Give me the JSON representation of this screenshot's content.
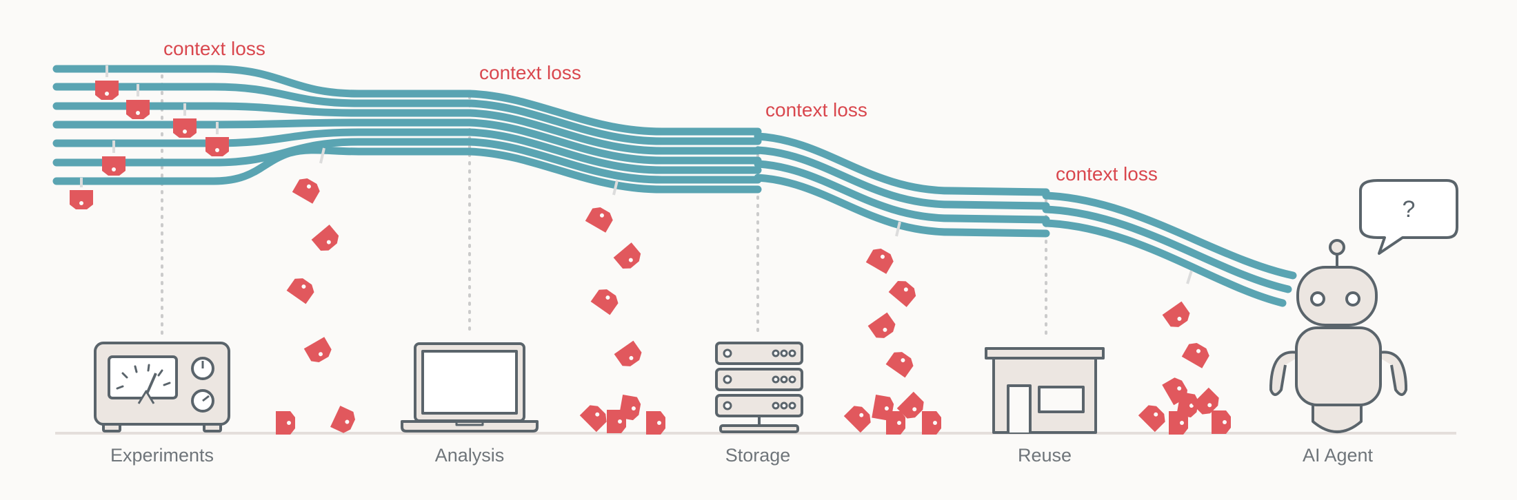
{
  "loss_label": "context loss",
  "stages": [
    {
      "id": "experiments",
      "label": "Experiments",
      "icon": "lab-instrument-icon"
    },
    {
      "id": "analysis",
      "label": "Analysis",
      "icon": "laptop-icon"
    },
    {
      "id": "storage",
      "label": "Storage",
      "icon": "server-rack-icon"
    },
    {
      "id": "reuse",
      "label": "Reuse",
      "icon": "building-icon"
    },
    {
      "id": "ai-agent",
      "label": "AI Agent",
      "icon": "robot-icon"
    }
  ],
  "speech_bubble": "?",
  "colors": {
    "stream": "#5aa4b2",
    "tag": "#e1585d",
    "outline": "#5a646b",
    "fill": "#ece6e1",
    "loss_text": "#d9474e",
    "label_text": "#6f757a"
  }
}
